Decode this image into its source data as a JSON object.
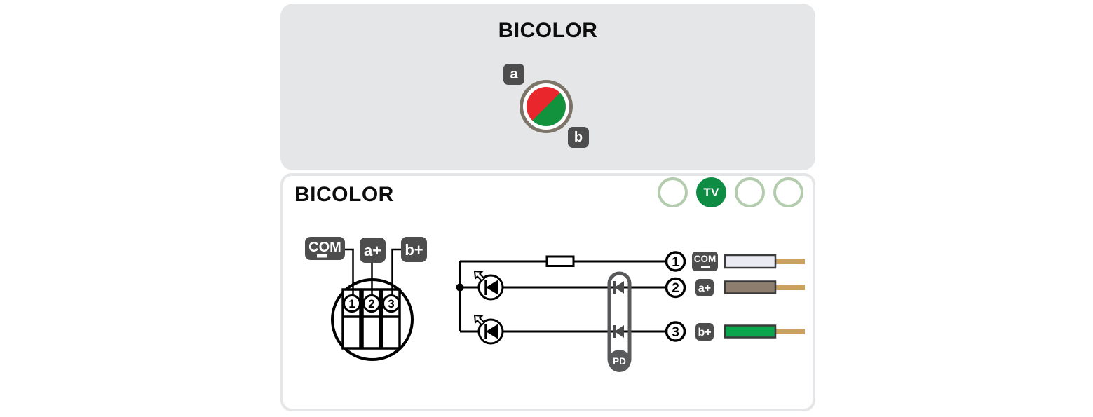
{
  "top_panel": {
    "title": "BICOLOR",
    "led": {
      "label_a": "a",
      "label_b": "b",
      "color_a": "#e8262b",
      "color_b": "#13923e",
      "ring_color": "#7d7469"
    }
  },
  "bottom_panel": {
    "heading": "BICOLOR",
    "indicators": [
      {
        "label": "",
        "active": false
      },
      {
        "label": "TV",
        "active": true
      },
      {
        "label": "",
        "active": false
      },
      {
        "label": "",
        "active": false
      }
    ],
    "indicator_colors": {
      "active_fill": "#0e8c44",
      "inactive_ring": "#b4ccae"
    },
    "connector": {
      "pin_labels": [
        "COM",
        "a+",
        "b+"
      ],
      "pins": [
        "1",
        "2",
        "3"
      ]
    },
    "schematic": {
      "pd_label": "PD"
    },
    "outputs": [
      {
        "pin": "1",
        "label": "COM",
        "has_minus": true,
        "wire_color": "#e9eaf2"
      },
      {
        "pin": "2",
        "label": "a+",
        "has_minus": false,
        "wire_color": "#8d7d6f"
      },
      {
        "pin": "3",
        "label": "b+",
        "has_minus": false,
        "wire_color": "#0aa54c"
      }
    ],
    "wire_tip_color": "#c9a25f",
    "label_box_color": "#4d4d4d"
  }
}
